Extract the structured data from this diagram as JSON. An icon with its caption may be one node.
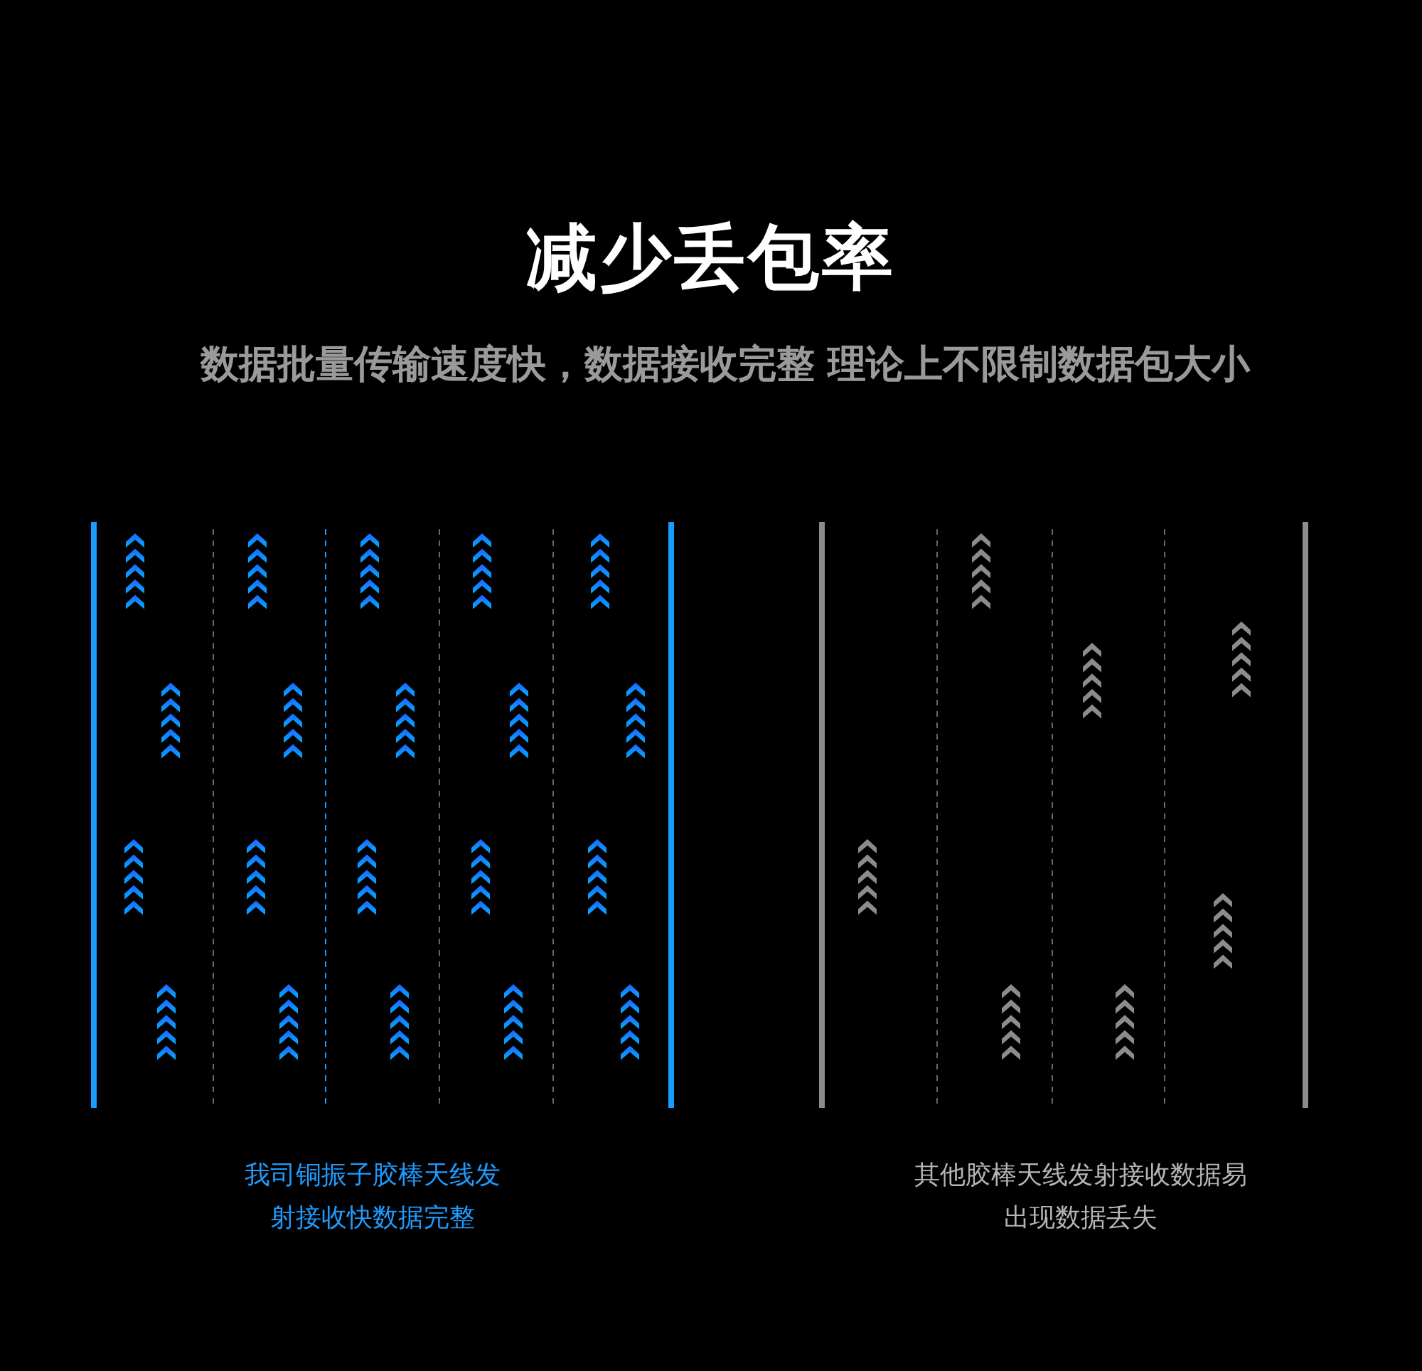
{
  "diagram": {
    "title": "减少丢包率",
    "labels": [
      "数据批量传输速度快，数据接收完整 理论上不限制数据包大小",
      "我司铜振子胶棒天线发射接收快数据完整",
      "其他胶棒天线发射接收数据易出现数据丢失"
    ]
  }
}
